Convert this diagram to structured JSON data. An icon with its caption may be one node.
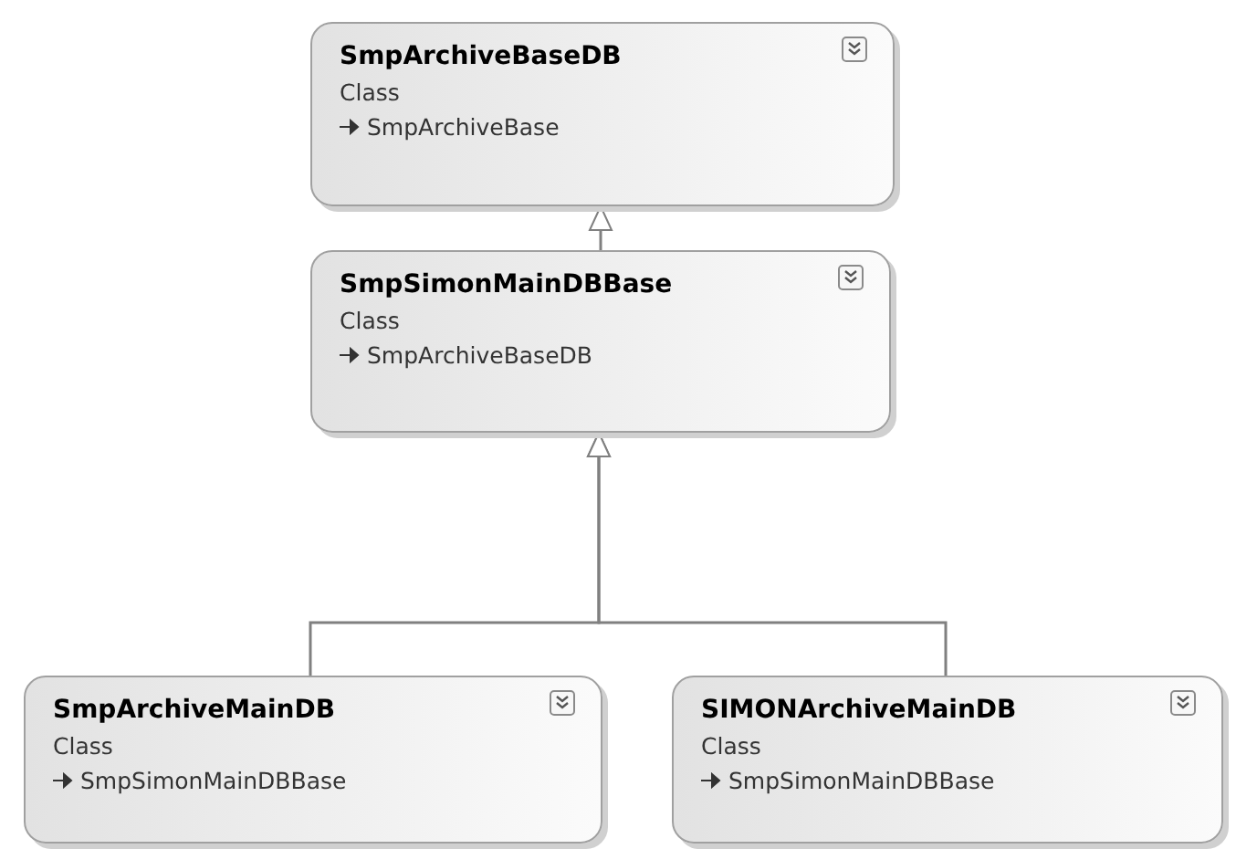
{
  "diagram": {
    "nodes": [
      {
        "text": [
          "SmpArchiveBaseDB",
          "Class",
          "SmpArchiveBase"
        ]
      },
      {
        "text": [
          "SmpSimonMainDBBase",
          "Class",
          "SmpArchiveBaseDB"
        ]
      },
      {
        "text": [
          "SmpArchiveMainDB",
          "Class",
          "SmpSimonMainDBBase"
        ]
      },
      {
        "text": [
          "SIMONArchiveMainDB",
          "Class",
          "SmpSimonMainDBBase"
        ]
      }
    ],
    "edges": [
      {
        "from": 1,
        "to": 0,
        "arrow": "to"
      },
      {
        "from": 2,
        "to": 1,
        "arrow": "to"
      },
      {
        "from": 3,
        "to": 1,
        "arrow": "to"
      }
    ]
  }
}
